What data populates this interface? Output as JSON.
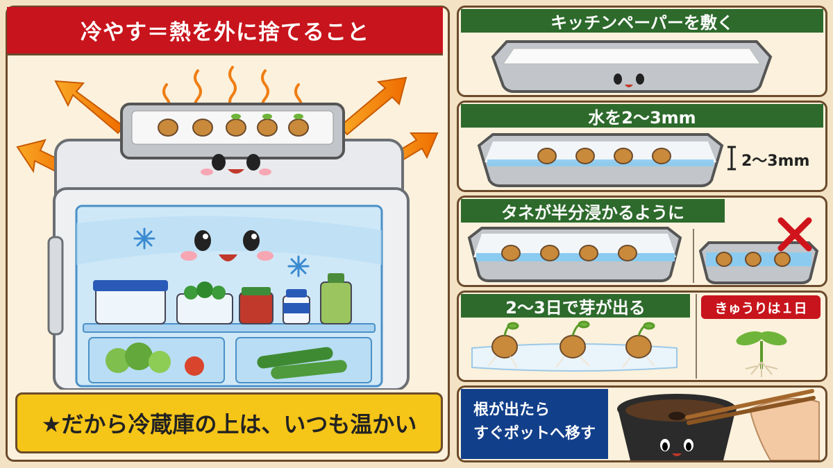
{
  "left": {
    "title": "冷やす＝熱を外に捨てること",
    "bottom_caption": "★だから冷蔵庫の上は、いつも温かい"
  },
  "steps": [
    {
      "title": "キッチンペーパーを敷く"
    },
    {
      "title": "水を2〜3mm",
      "measure": "2〜3mm"
    },
    {
      "title": "タネが半分浸かるように"
    },
    {
      "title": "2〜3日で芽が出る",
      "badge": "きゅうりは１日"
    },
    {
      "title_line1": "根が出たら",
      "title_line2": "すぐポットへ移す"
    }
  ],
  "colors": {
    "red": "#c8141c",
    "green": "#2d6a2c",
    "yellow": "#f5c518",
    "navy": "#123f8a",
    "arrow": "#f07d12",
    "fridge_blue": "#cfe8f7",
    "tray": "#b9bcc0"
  }
}
